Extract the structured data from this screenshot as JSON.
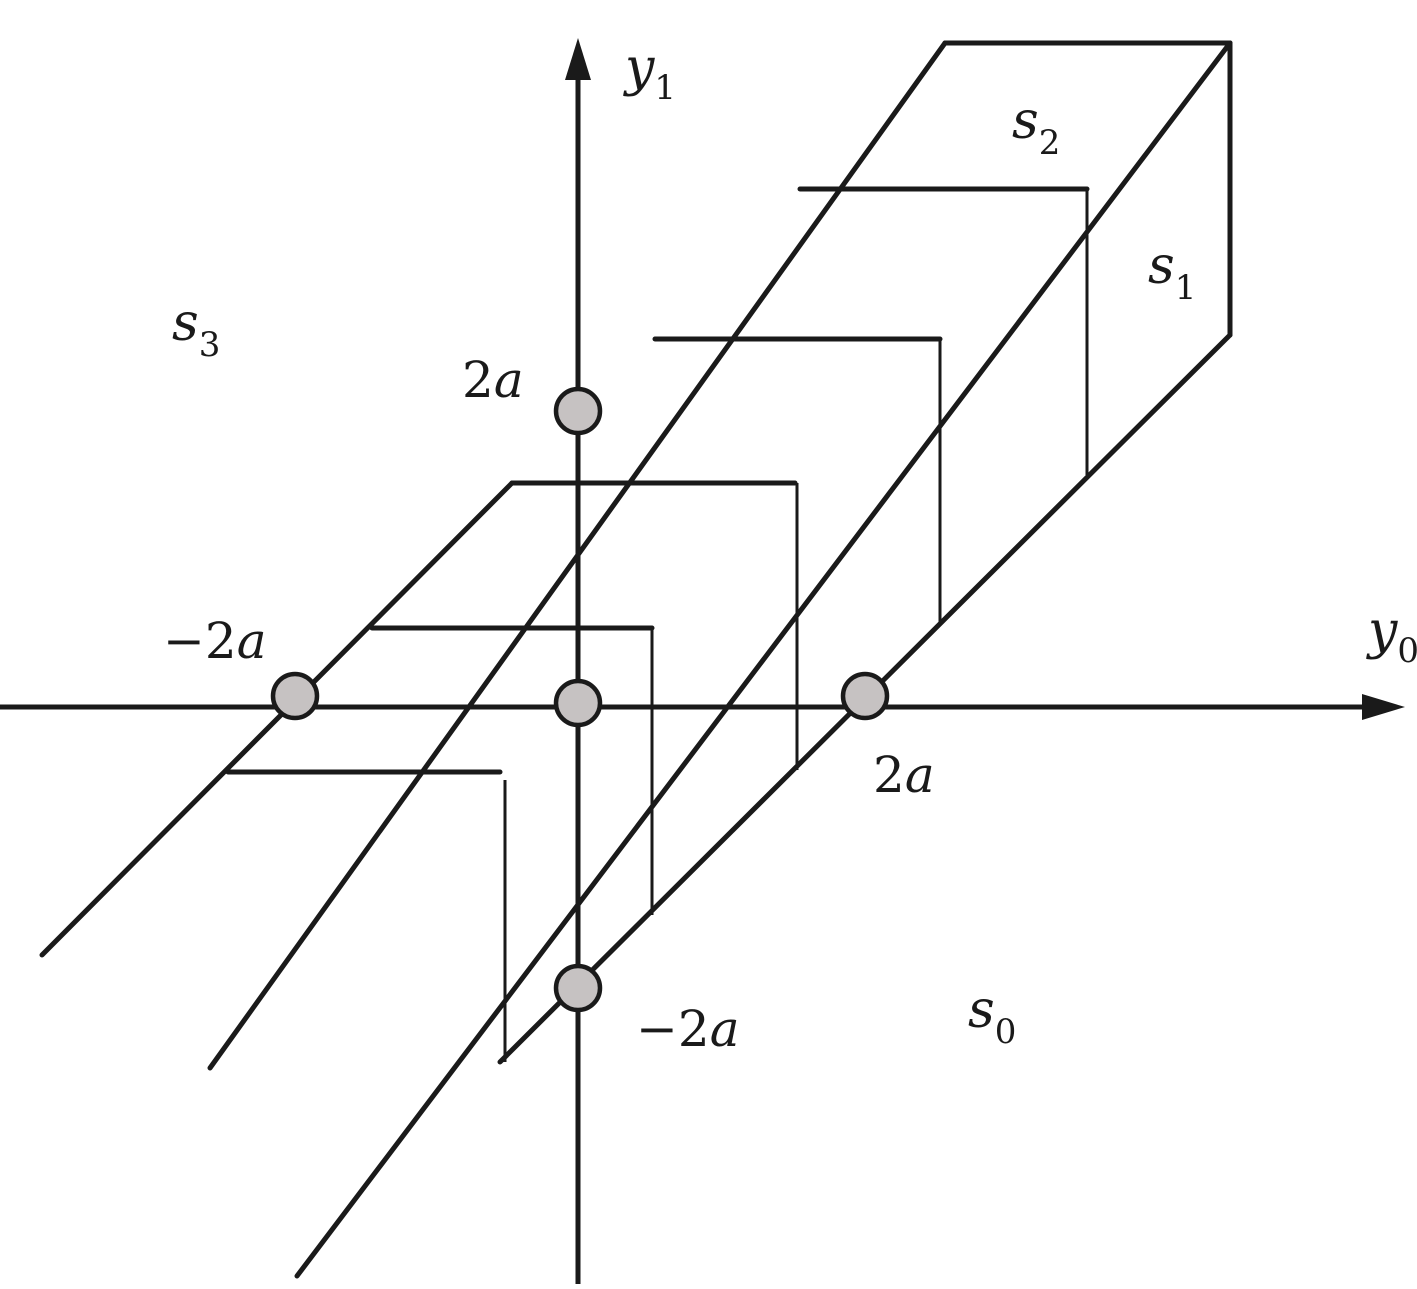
{
  "axes": {
    "horizontal": {
      "base": "y",
      "subscript": "0"
    },
    "vertical": {
      "base": "y",
      "subscript": "1"
    }
  },
  "tick_labels": {
    "top": {
      "coef": "2",
      "var": "a"
    },
    "left": {
      "coef": "−2",
      "var": "a"
    },
    "right": {
      "coef": "2",
      "var": "a"
    },
    "bottom": {
      "coef": "−2",
      "var": "a"
    }
  },
  "regions": {
    "s0": {
      "base": "s",
      "subscript": "0"
    },
    "s1": {
      "base": "s",
      "subscript": "1"
    },
    "s2": {
      "base": "s",
      "subscript": "2"
    },
    "s3": {
      "base": "s",
      "subscript": "3"
    }
  },
  "colors": {
    "stroke": "#1a1a1a",
    "point_fill": "#c6c2c2",
    "background": "#ffffff"
  }
}
